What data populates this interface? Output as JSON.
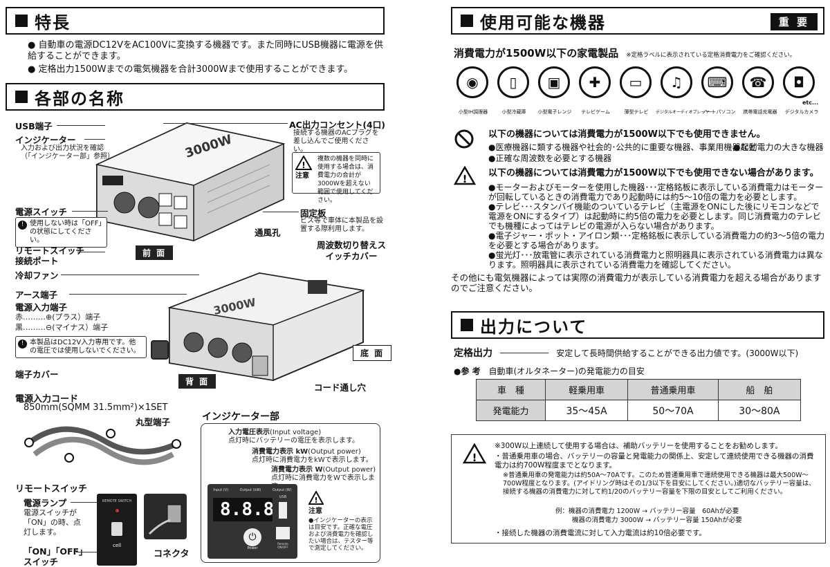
{
  "left": {
    "features": {
      "title": "特長",
      "bullets": [
        "自動車の電源DC12VをAC100Vに変換する機器です。また同時にUSB機器に電源を供給することができます。",
        "定格出力1500Wまでの電気機器を合計3000Wまで使用することができます。"
      ]
    },
    "parts": {
      "title": "各部の名称",
      "usb": "USB端子",
      "indicator": "インジケーター",
      "indicator_sub": "入力および出力状況を確認（「インジケーター部」参照）",
      "power_switch": "電源スイッチ",
      "power_switch_note": "使用しない時は「OFF」の状態にしてください。",
      "remote_port": "リモートスイッチ接続ポート",
      "front_tag": "前 面",
      "ac_outlet": "AC出力コンセント(4口)",
      "ac_outlet_sub": "接続する機器のACプラグを差し込んでご使用ください。",
      "caution_label": "注意",
      "ac_caution": "複数の機器を同時に使用する場合は、消費電力の合計が3000Wを超えない範囲で使用してください。",
      "vent": "通風孔",
      "fixing_plate": "固定板",
      "fixing_plate_sub": "ビス等で車体に本製品を設置する際利用します。",
      "freq_switch": "周波数切り替えスイッチカバー",
      "fan": "冷却ファン",
      "earth": "アース端子",
      "power_input": "電源入力端子",
      "red": "赤………⊕(プラス）端子",
      "black": "黒………⊖(マイナス）端子",
      "dc_note": "本製品はDC12V入力専用です。他の電圧では使用しないでください。",
      "bottom_tag": "底 面",
      "back_tag": "背 面",
      "terminal_cover": "端子カバー",
      "cord_hole": "コード通し穴",
      "product_label": "3000W"
    },
    "power_cord": {
      "title": "電源入力コード",
      "spec": "850mm(SQMM 31.5mm²)×1SET",
      "round_terminal": "丸型端子"
    },
    "remote": {
      "title": "リモートスイッチ",
      "lamp": "電源ランプ",
      "lamp_sub": "電源スイッチが「ON」の時、点灯します。",
      "onoff": "「ON」「OFF」スイッチ",
      "connector": "コネクタ",
      "plate_text": "REMOTE SWITCH",
      "plate_brand": "cell"
    },
    "indicator_section": {
      "title": "インジケーター部",
      "input_label": "入力電圧表示",
      "input_en": "(Input voltage)",
      "input_desc": "点灯時にバッテリーの電圧を表示します。",
      "kw_label": "消費電力表示 kW",
      "kw_en": "(Output power)",
      "kw_desc": "点灯時に消費電力をkWで表示します。",
      "w_label": "消費電力表示 W",
      "w_en": "(Output power)",
      "w_desc": "点灯時に消費電力をWで表示します。",
      "led_labels": [
        "Input (V)",
        "Output (kW)",
        "Output (W)"
      ],
      "digits": "8.8.8.",
      "usb": "USB",
      "power": "Power",
      "remote_onoff": "Remote ON/OFF",
      "caution": "注意",
      "caution_text": "●インジケーターの表示は目安です。正確な電圧および消費電力を確認したい場合は、テスター等で測定してください。"
    }
  },
  "right": {
    "usable": {
      "title": "使用可能な機器",
      "badge": "重 要",
      "lead": "消費電力が1500W以下の家電製品",
      "lead_note": "※定格ラベルに表示されている定格消費電力をご確認ください。",
      "devices": [
        "小型IH調理器",
        "小型冷蔵庫",
        "小型電子レンジ",
        "テレビゲーム",
        "薄型テレビ",
        "デジタルオーディオプレーヤー",
        "ノートパソコン",
        "携帯電話充電器",
        "デジタルカメラ"
      ],
      "etc": "etc...",
      "prohibit_head": "以下の機器については消費電力が1500W以下でも使用できません。",
      "prohibit_items": [
        "●医療機器に類する機器や社会的･公共的に重要な機器、事業用機器など",
        "●起動電力の大きな機器",
        "●正確な周波数を必要とする機器"
      ],
      "warn_head": "以下の機器については消費電力が1500W以下でも使用できない場合があります。",
      "warn_items": [
        "●モーターおよびモーターを使用した機器･･･定格銘板に表示している消費電力はモーターが回転しているときの消費電力であり起動時には約5～10倍の電力を必要とします。",
        "●テレビ･･･スタンバイ機能のついているテレビ（主電源をONにした後にリモコンなどで電源をONにするタイプ）は起動時に約5倍の電力を必要とします。同じ消費電力のテレビでも機種によってはテレビの電源が入らない場合があります。",
        "●電子ジャー・ポット・アイロン類･･･定格銘板に表示している消費電力の約3～5倍の電力を必要とする場合があります。",
        "●蛍光灯･･･放電管に表示されている消費電力と照明器具に表示されている消費電力は異なります。照明器具に表示されている消費電力を確認してください。"
      ],
      "other": "その他にも電気機器によっては実際の消費電力が表示している消費電力を超える場合がありますのでご注意ください。"
    },
    "output": {
      "title": "出力について",
      "rated_label": "定格出力",
      "rated_desc": "安定して長時間供給することができる出力値です。(3000W以下)",
      "ref_label": "●参 考",
      "ref_desc": "自動車(オルタネーター)の発電能力の目安",
      "table": {
        "header": [
          "車　種",
          "軽乗用車",
          "普通乗用車",
          "船　舶"
        ],
        "row": [
          "発電能力",
          "35～45A",
          "50～70A",
          "30～80A"
        ]
      }
    },
    "notice": {
      "l1": "※300W以上連続して使用する場合は、補助バッテリーを使用することをお勧めします。",
      "l2": "・普通乗用車の場合、バッテリーの容量と発電能力の関係上、安定して連続使用できる機器の消費電力は約700W程度までとなります。",
      "l3": "※普通乗用車の発電能力は約50A～70Aです。このため普通乗用車で連続使用できる機器は最大500W～700W程度となります。(アイドリング時はその1/3以下を目安にしてください。)適切なバッテリー容量は、接続する機器の消費電力に対して約1/20のバッテリー容量を下限の目安としてご利用ください。",
      "ex1": "例：機器の消費電力 1200W → バッテリー容量　60Ahが必要",
      "ex2": "機器の消費電力 3000W → バッテリー容量 150Ahが必要",
      "l4": "・接続した機器の消費電流に対して入力電流は約10倍必要です。"
    }
  }
}
